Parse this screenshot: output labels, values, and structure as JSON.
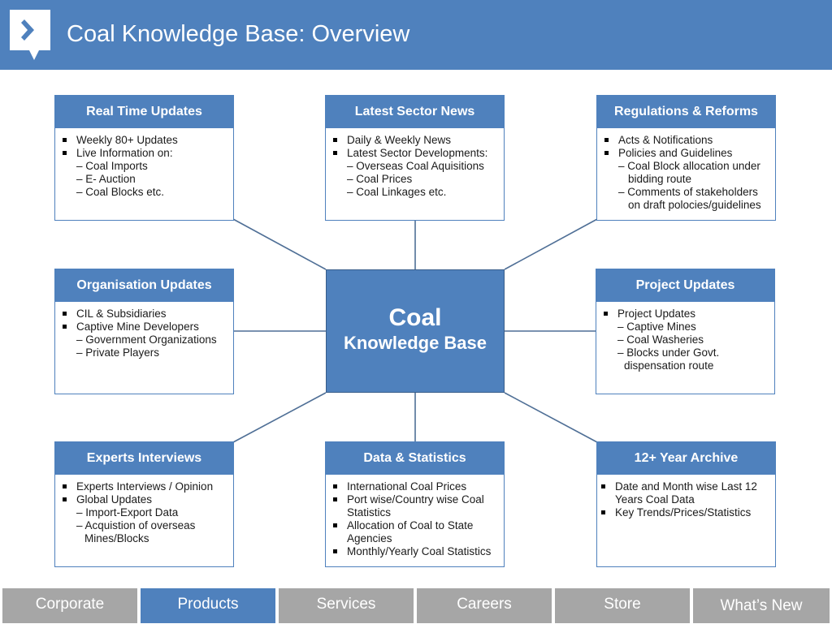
{
  "header": {
    "title": "Coal Knowledge Base: Overview",
    "logo_icon": "chevron-speech-bubble-icon",
    "color": "#4f81bd"
  },
  "center": {
    "line1": "Coal",
    "line2": "Knowledge Base"
  },
  "boxes": {
    "real_time": {
      "title": "Real Time Updates",
      "items": [
        "Weekly 80+ Updates",
        "Live Information on:"
      ],
      "subs": [
        "– Coal Imports",
        "– E- Auction",
        "– Coal Blocks etc."
      ]
    },
    "sector_news": {
      "title": "Latest Sector News",
      "items": [
        "Daily & Weekly News",
        "Latest Sector Developments:"
      ],
      "subs": [
        "– Overseas Coal Aquisitions",
        "– Coal Prices",
        "– Coal Linkages etc."
      ]
    },
    "regulations": {
      "title": "Regulations & Reforms",
      "items": [
        "Acts & Notifications",
        "Policies and Guidelines"
      ],
      "subs": [
        "– Coal Block allocation under",
        "bidding route",
        "– Comments of stakeholders",
        "on draft polocies/guidelines"
      ]
    },
    "organisation": {
      "title": "Organisation Updates",
      "items": [
        "CIL & Subsidiaries",
        "Captive Mine Developers"
      ],
      "subs": [
        "– Government Organizations",
        "– Private Players"
      ]
    },
    "project": {
      "title": "Project Updates",
      "items": [
        "Project Updates"
      ],
      "subs": [
        "– Captive Mines",
        "– Coal Washeries",
        "– Blocks under Govt.",
        "dispensation route"
      ]
    },
    "experts": {
      "title": "Experts Interviews",
      "items": [
        "Experts Interviews / Opinion",
        "Global Updates"
      ],
      "subs": [
        "– Import-Export Data",
        "– Acquistion of overseas",
        "Mines/Blocks"
      ]
    },
    "data_stats": {
      "title": "Data & Statistics",
      "items": [
        "International Coal Prices",
        "Port wise/Country wise Coal",
        "Statistics",
        "Allocation of Coal to State",
        "Agencies",
        "Monthly/Yearly Coal Statistics"
      ]
    },
    "archive": {
      "title": "12+ Year Archive",
      "items": [
        "Date and Month wise Last 12",
        "Years Coal Data",
        "Key Trends/Prices/Statistics"
      ]
    }
  },
  "nav": {
    "tabs": [
      "Corporate",
      "Products",
      "Services",
      "Careers",
      "Store",
      "What’s New"
    ],
    "active": "Products"
  }
}
